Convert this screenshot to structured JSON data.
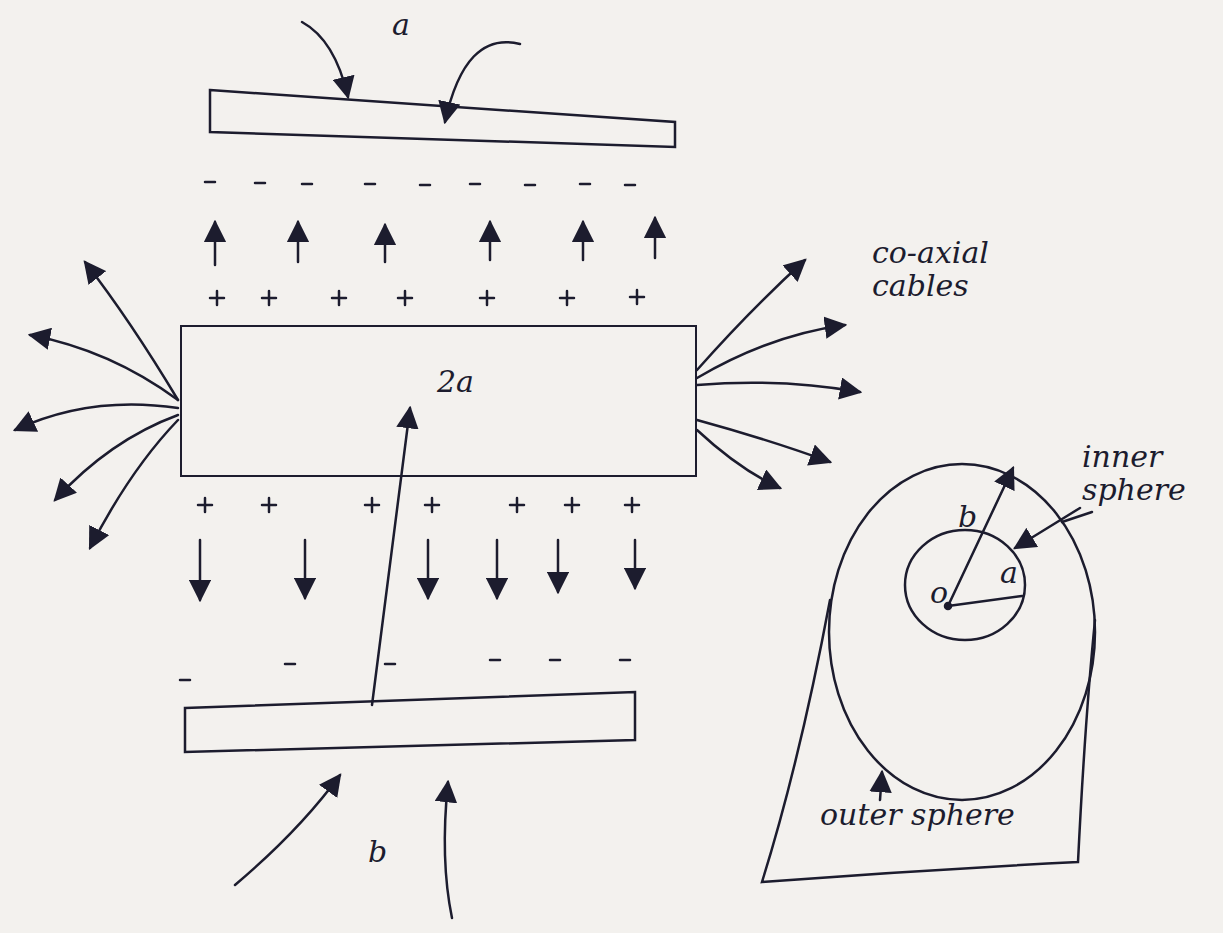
{
  "diagram": {
    "nodes": [
      {
        "text": [
          "2a"
        ]
      }
    ],
    "labels": [
      "a",
      "b",
      "co-axial cables",
      "inner sphere",
      "b",
      "a",
      "o",
      "outer sphere"
    ]
  }
}
